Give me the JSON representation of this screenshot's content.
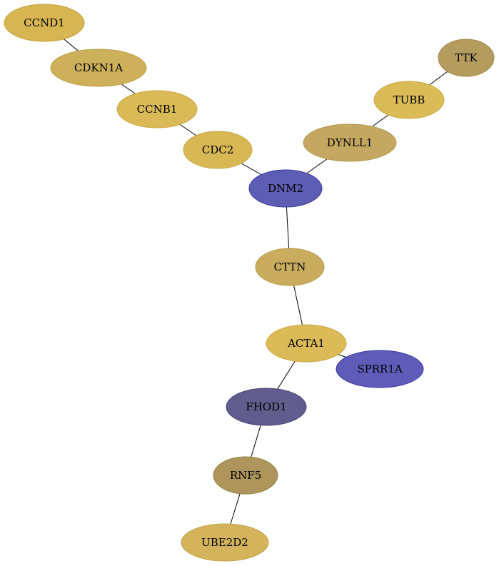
{
  "graph": {
    "nodes": [
      {
        "id": "CCND1",
        "label": "CCND1",
        "fill": "#d6b552",
        "stroke": "#c7a53f"
      },
      {
        "id": "CDKN1A",
        "label": "CDKN1A",
        "fill": "#cdb05a",
        "stroke": "#bd9f47"
      },
      {
        "id": "CCNB1",
        "label": "CCNB1",
        "fill": "#d9ba57",
        "stroke": "#c9a944"
      },
      {
        "id": "CDC2",
        "label": "CDC2",
        "fill": "#d8b855",
        "stroke": "#c8a742"
      },
      {
        "id": "DNM2",
        "label": "DNM2",
        "fill": "#5e5db4",
        "stroke": "#3c3ba0"
      },
      {
        "id": "DYNLL1",
        "label": "DYNLL1",
        "fill": "#c4a862",
        "stroke": "#b3974e"
      },
      {
        "id": "TUBB",
        "label": "TUBB",
        "fill": "#dbbb58",
        "stroke": "#cbaa45"
      },
      {
        "id": "TTK",
        "label": "TTK",
        "fill": "#b49b5e",
        "stroke": "#a28a4b"
      },
      {
        "id": "CTTN",
        "label": "CTTN",
        "fill": "#c9ac5d",
        "stroke": "#b89b4a"
      },
      {
        "id": "ACTA1",
        "label": "ACTA1",
        "fill": "#dbbb58",
        "stroke": "#cbaa45"
      },
      {
        "id": "SPRR1A",
        "label": "SPRR1A",
        "fill": "#5e5cb8",
        "stroke": "#3c3aa4"
      },
      {
        "id": "FHOD1",
        "label": "FHOD1",
        "fill": "#605c8c",
        "stroke": "#4a4678"
      },
      {
        "id": "RNF5",
        "label": "RNF5",
        "fill": "#ad955c",
        "stroke": "#9b8449"
      },
      {
        "id": "UBE2D2",
        "label": "UBE2D2",
        "fill": "#d3b45a",
        "stroke": "#c3a347"
      }
    ],
    "edges": [
      {
        "source": "CCND1",
        "target": "CDKN1A"
      },
      {
        "source": "CDKN1A",
        "target": "CCNB1"
      },
      {
        "source": "CCNB1",
        "target": "CDC2"
      },
      {
        "source": "CDC2",
        "target": "DNM2"
      },
      {
        "source": "TTK",
        "target": "TUBB"
      },
      {
        "source": "TUBB",
        "target": "DYNLL1"
      },
      {
        "source": "DYNLL1",
        "target": "DNM2"
      },
      {
        "source": "DNM2",
        "target": "CTTN"
      },
      {
        "source": "CTTN",
        "target": "ACTA1"
      },
      {
        "source": "ACTA1",
        "target": "SPRR1A"
      },
      {
        "source": "ACTA1",
        "target": "FHOD1"
      },
      {
        "source": "FHOD1",
        "target": "RNF5"
      },
      {
        "source": "RNF5",
        "target": "UBE2D2"
      }
    ]
  }
}
